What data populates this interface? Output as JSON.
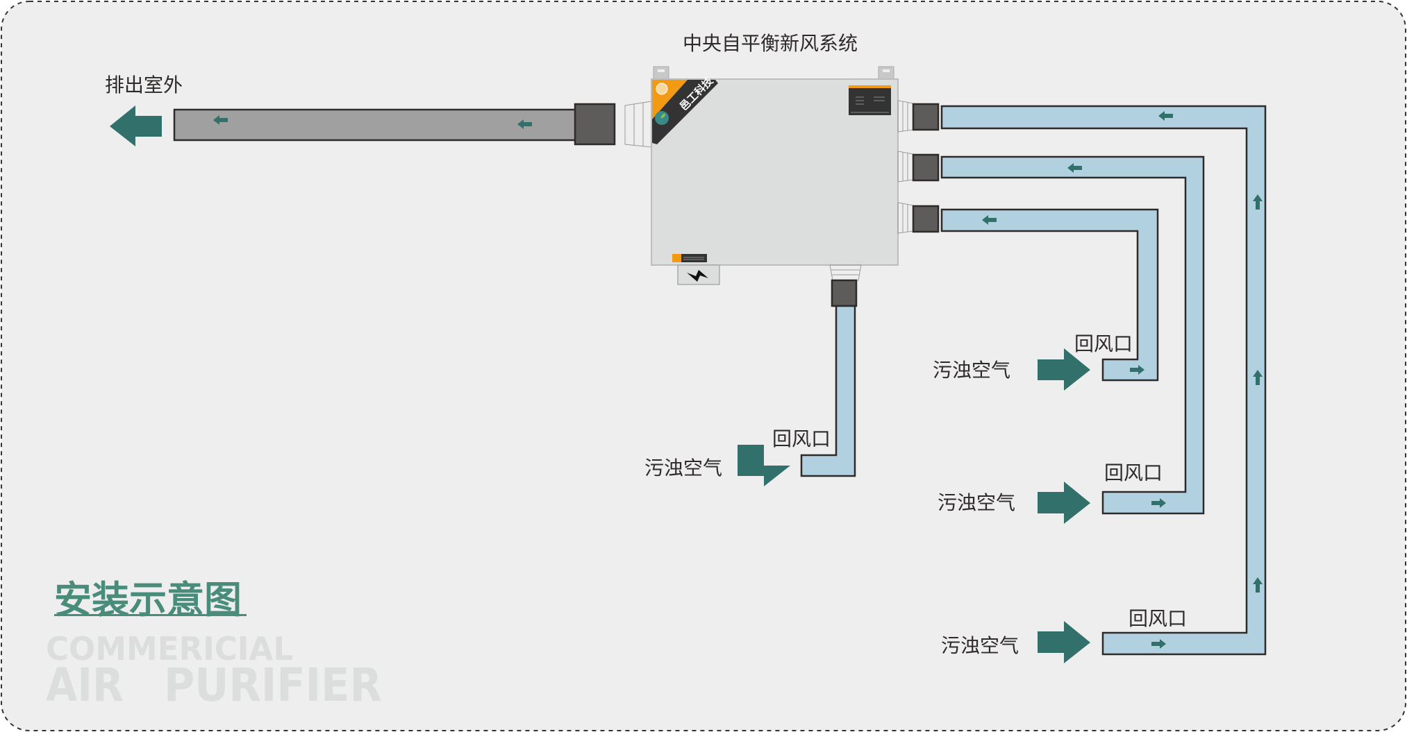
{
  "diagram": {
    "title": "中央自平衡新风系统",
    "exhaust_label": "排出室外",
    "section_title": "安装示意图",
    "watermark": {
      "line1": "COMMERICIAL",
      "line2a": "AIR",
      "line2b": "PURIFIER"
    },
    "device": {
      "name": "中央自平衡新风系统",
      "logo_text": "邑工科技",
      "power_icon": "lightning-icon"
    },
    "return_vents": [
      {
        "id": "return-vent-center",
        "vent_label": "回风口",
        "air_label": "污浊空气"
      },
      {
        "id": "return-vent-3",
        "vent_label": "回风口",
        "air_label": "污浊空气"
      },
      {
        "id": "return-vent-2",
        "vent_label": "回风口",
        "air_label": "污浊空气"
      },
      {
        "id": "return-vent-1",
        "vent_label": "回风口",
        "air_label": "污浊空气"
      }
    ],
    "colors": {
      "background": "#eeeeee",
      "exhaust_duct": "#a0a0a0",
      "return_duct": "#b1d1e1",
      "duct_outline": "#2e2a2a",
      "arrow": "#32716b",
      "connector": "#5e5b5b",
      "device_body": "#dcdddd",
      "logo_orange": "#f39a14",
      "logo_dark": "#333333",
      "section_title": "#4a8c7a",
      "watermark": "#dcdddd"
    }
  }
}
